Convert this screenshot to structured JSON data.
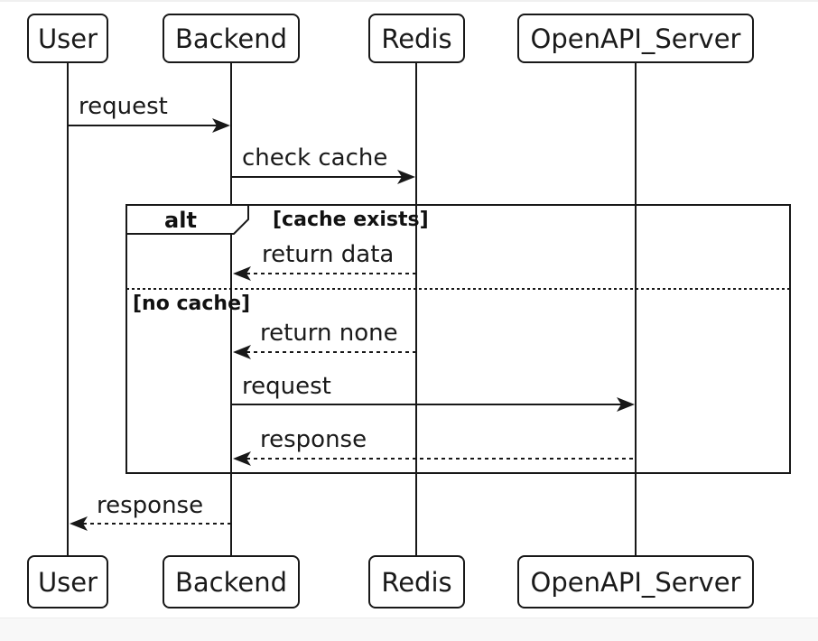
{
  "diagram": {
    "type": "sequence",
    "participants": [
      {
        "name": "User"
      },
      {
        "name": "Backend"
      },
      {
        "name": "Redis"
      },
      {
        "name": "OpenAPI_Server"
      }
    ],
    "messages": [
      {
        "label": "request",
        "from": "User",
        "to": "Backend",
        "line": "solid"
      },
      {
        "label": "check cache",
        "from": "Backend",
        "to": "Redis",
        "line": "solid"
      },
      {
        "label": "return data",
        "from": "Redis",
        "to": "Backend",
        "line": "dashed"
      },
      {
        "label": "return none",
        "from": "Redis",
        "to": "Backend",
        "line": "dashed"
      },
      {
        "label": "request",
        "from": "Backend",
        "to": "OpenAPI_Server",
        "line": "solid"
      },
      {
        "label": "response",
        "from": "OpenAPI_Server",
        "to": "Backend",
        "line": "dashed"
      },
      {
        "label": "response",
        "from": "Backend",
        "to": "User",
        "line": "dashed"
      }
    ],
    "fragment": {
      "operator": "alt",
      "condition_1": "[cache exists]",
      "condition_2": "[no cache]"
    },
    "colors": {
      "stroke": "#181818",
      "text": "#1a1a1a",
      "background": "#ffffff"
    }
  }
}
